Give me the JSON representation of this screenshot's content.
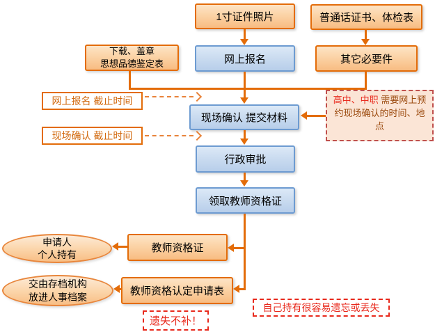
{
  "colors": {
    "orange_border": "#E36C09",
    "orange_fill_top": "#FDE4C6",
    "orange_fill_bottom": "#F8BC82",
    "blue_border": "#6D9BD1",
    "blue_fill_top": "#DCE9F7",
    "blue_fill_bottom": "#B7CEEA",
    "arrow_orange": "#E36C09",
    "dashed_arrow_orange": "#E8833A",
    "note_fill": "#FBE5D6",
    "note_border": "#C0504D",
    "note_text_dark": "#9B4A0E",
    "red_text": "#E8291C",
    "outline_text_orange": "#D2690E"
  },
  "nodes": {
    "photo": {
      "label": "1寸证件照片"
    },
    "mandarin_cert": {
      "label": "普通话证书、体检表"
    },
    "download_stamp": {
      "line1": "下载、盖章",
      "line2": "思想品德鉴定表"
    },
    "online_reg": {
      "label": "网上报名"
    },
    "other_required": {
      "label": "其它必要件"
    },
    "online_deadline": {
      "label": "网上报名 截止时间"
    },
    "onsite_deadline": {
      "label": "现场确认 截止时间"
    },
    "onsite_confirm": {
      "label": "现场确认 提交材料"
    },
    "note_reserve": {
      "highlight": "高中、中职",
      "rest": " 需要网上预约现场确认的时间、地点"
    },
    "admin_approval": {
      "label": "行政审批"
    },
    "receive_cert": {
      "label": "领取教师资格证"
    },
    "teacher_cert": {
      "label": "教师资格证"
    },
    "application_form": {
      "label": "教师资格认定申请表"
    },
    "applicant_hold": {
      "line1": "申请人",
      "line2": "个人持有"
    },
    "archive_org": {
      "line1": "交由存档机构",
      "line2": "放进人事档案"
    },
    "note_no_reissue": {
      "label": "遗失不补！"
    },
    "note_easy_lost": {
      "label": "自己持有很容易遗忘或丢失"
    }
  }
}
